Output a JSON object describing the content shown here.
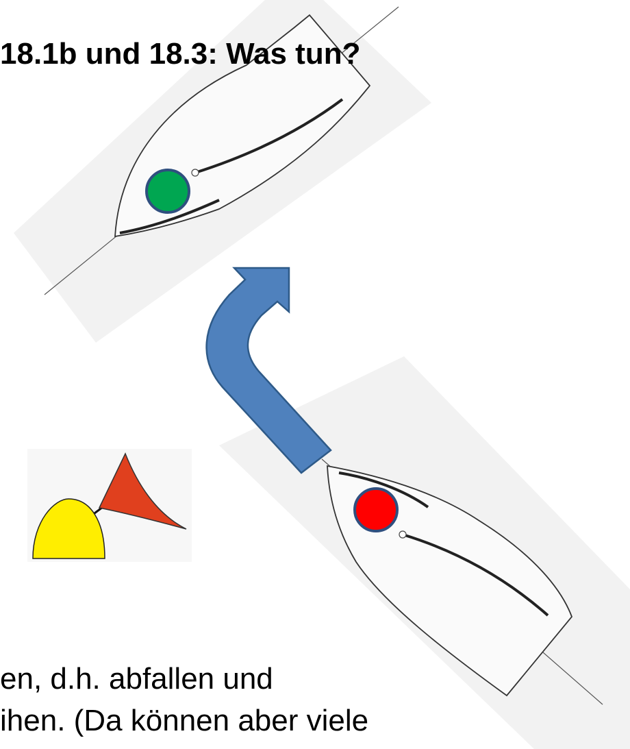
{
  "slide": {
    "title": "18.1b und 18.3: Was tun?",
    "body_line_1": "en, d.h.  abfallen und",
    "body_line_2": "ihen. (Da können aber viele"
  },
  "colors": {
    "boat_green_marker": "#00a651",
    "boat_red_marker": "#ff0000",
    "marker_outline": "#2f4f7f",
    "arrow_fill": "#4f81bd",
    "arrow_stroke": "#2e5a88",
    "buoy_yellow": "#ffee00",
    "flag_red": "#e0401e",
    "hull_outline": "#333333",
    "shadow_band": "#f2f2f2"
  }
}
